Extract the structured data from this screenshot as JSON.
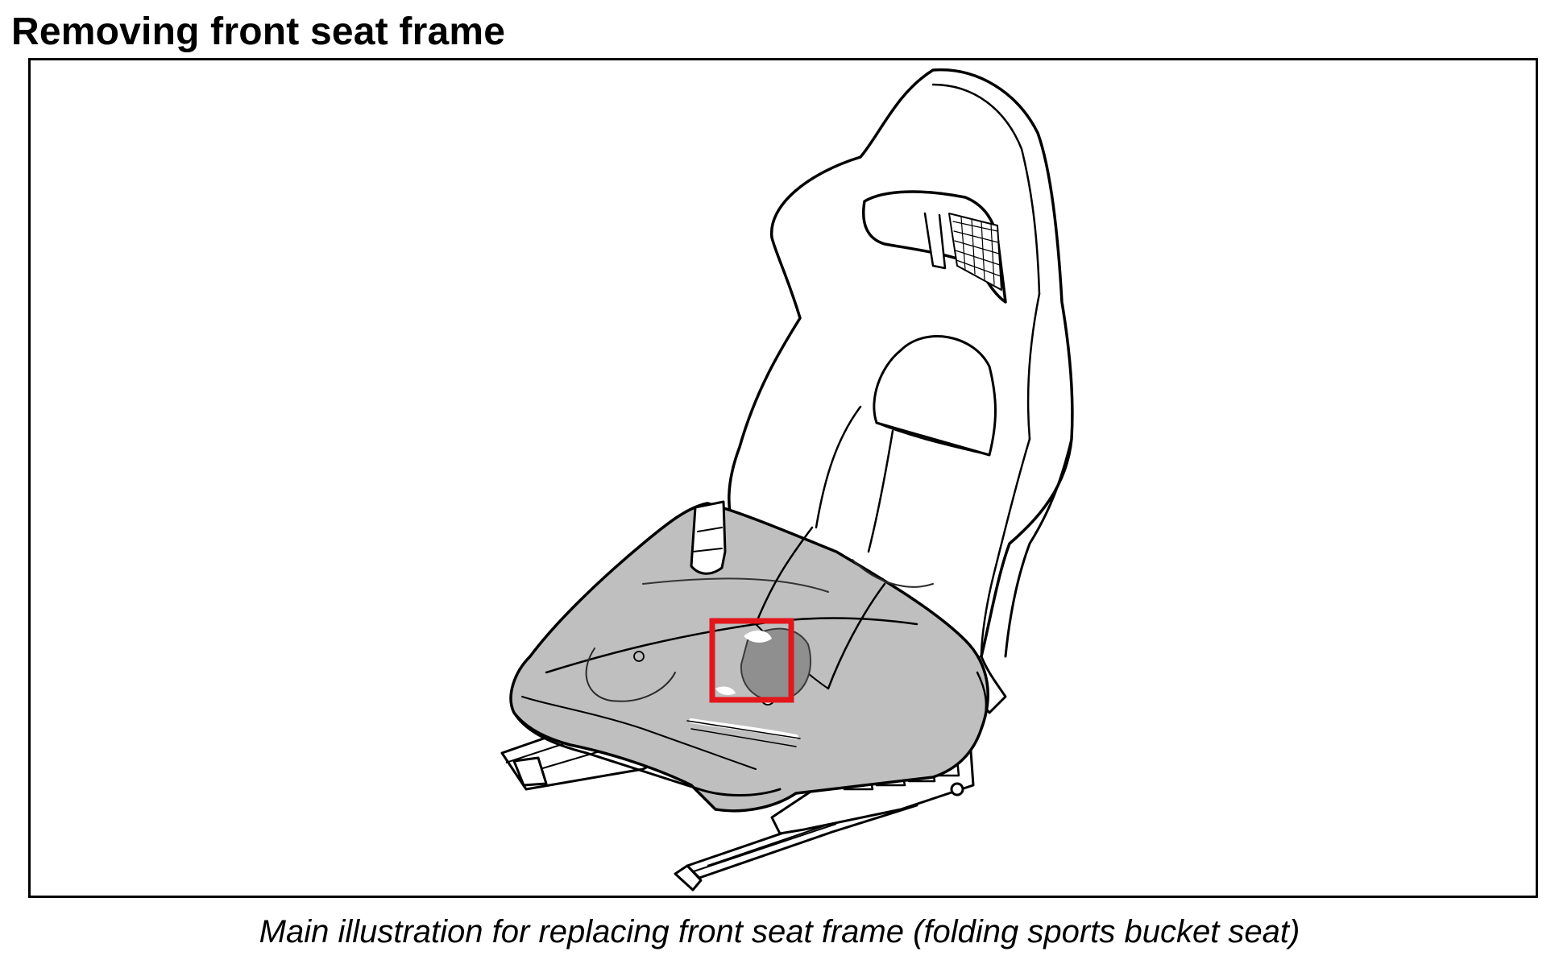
{
  "page": {
    "title": "Removing front seat frame"
  },
  "figure": {
    "caption": "Main illustration for replacing front seat frame (folding sports bucket seat)",
    "highlight_color": "#e2161b",
    "shading_color": "#bfbfbf",
    "line_color": "#000000",
    "icon": "front-seat-line-drawing"
  }
}
